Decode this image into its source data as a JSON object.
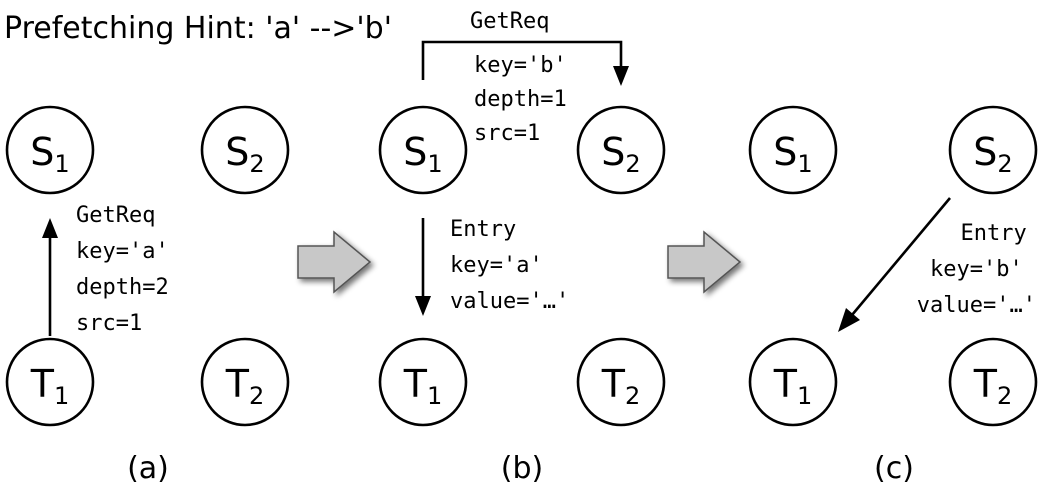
{
  "title": "Prefetching Hint: 'a' -->'b'",
  "nodes": {
    "s1": {
      "label": "S",
      "sub": "1"
    },
    "s2": {
      "label": "S",
      "sub": "2"
    },
    "t1": {
      "label": "T",
      "sub": "1"
    },
    "t2": {
      "label": "T",
      "sub": "2"
    }
  },
  "panels": [
    {
      "caption": "(a)",
      "message": {
        "lines": [
          "GetReq",
          "key='a'",
          "depth=2",
          "src=1"
        ]
      }
    },
    {
      "caption": "(b)",
      "top_message": {
        "lines": [
          "GetReq",
          "key='b'",
          "depth=1",
          "src=1"
        ]
      },
      "message": {
        "lines": [
          "Entry",
          "key='a'",
          "value='…'"
        ]
      }
    },
    {
      "caption": "(c)",
      "message": {
        "lines": [
          "Entry",
          "key='b'",
          "value='…'"
        ]
      }
    }
  ],
  "colors": {
    "stroke": "#000000",
    "transition_arrow_fill": "#c8c8c8",
    "transition_arrow_stroke": "#555555"
  }
}
